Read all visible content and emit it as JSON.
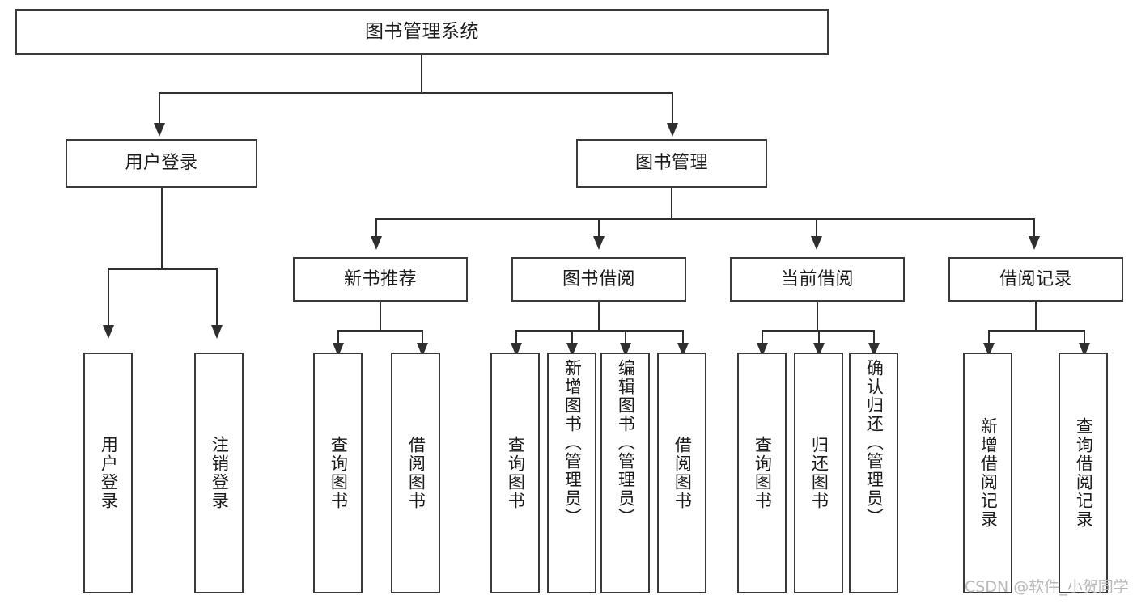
{
  "diagram": {
    "type": "tree-hierarchy-flowchart",
    "title": "图书管理系统",
    "orientation": "top-down",
    "colors": {
      "box_border": "#3a3a3a",
      "connector": "#2f2f2f",
      "background": "#ffffff",
      "text": "#1b1b1b",
      "watermark": "#b9b9b9"
    }
  },
  "nodes": {
    "root": {
      "label": "图书管理系统"
    },
    "level1": [
      {
        "label": "用户登录"
      },
      {
        "label": "图书管理"
      }
    ],
    "level2": [
      {
        "label": "新书推荐"
      },
      {
        "label": "图书借阅"
      },
      {
        "label": "当前借阅"
      },
      {
        "label": "借阅记录"
      }
    ],
    "leaves": {
      "user_login": [
        {
          "label": "用户登录"
        },
        {
          "label": "注销登录"
        }
      ],
      "new_book_recommend": [
        {
          "label": "查询图书"
        },
        {
          "label": "借阅图书"
        }
      ],
      "book_borrow": [
        {
          "label": "查询图书"
        },
        {
          "label": "新增图书（管理员）"
        },
        {
          "label": "编辑图书（管理员）"
        },
        {
          "label": "借阅图书"
        }
      ],
      "current_borrow": [
        {
          "label": "查询图书"
        },
        {
          "label": "归还图书"
        },
        {
          "label": "确认归还（管理员）"
        }
      ],
      "borrow_record": [
        {
          "label": "新增借阅记录"
        },
        {
          "label": "查询借阅记录"
        }
      ]
    }
  },
  "watermark": {
    "text": "CSDN @软件_小贺同学"
  }
}
